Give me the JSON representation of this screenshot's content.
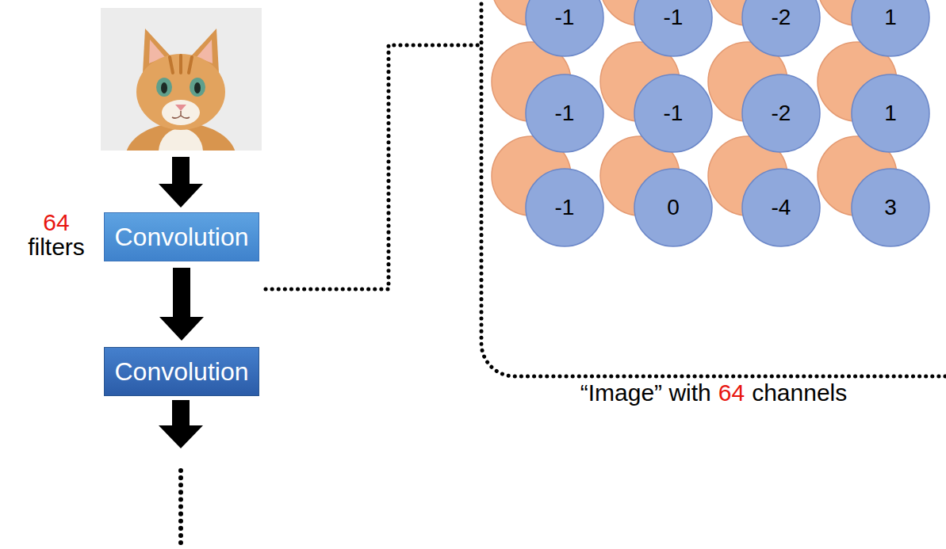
{
  "diagram": {
    "nodes": [
      {
        "text": [
          "Convolution"
        ]
      },
      {
        "text": [
          "Convolution"
        ]
      },
      {
        "text": [
          "-1"
        ]
      },
      {
        "text": [
          "-1"
        ]
      },
      {
        "text": [
          "-2"
        ]
      },
      {
        "text": [
          "1"
        ]
      },
      {
        "text": [
          "-1"
        ]
      },
      {
        "text": [
          "-1"
        ]
      },
      {
        "text": [
          "-2"
        ]
      },
      {
        "text": [
          "1"
        ]
      },
      {
        "text": [
          "-1"
        ]
      },
      {
        "text": [
          "0"
        ]
      },
      {
        "text": [
          "-4"
        ]
      },
      {
        "text": [
          "3"
        ]
      }
    ],
    "edges": [
      {
        "from": 0,
        "to": 1,
        "arrow": "to"
      }
    ],
    "labels": [
      "64",
      "filters",
      "“Image” with",
      "64",
      "channels"
    ]
  }
}
